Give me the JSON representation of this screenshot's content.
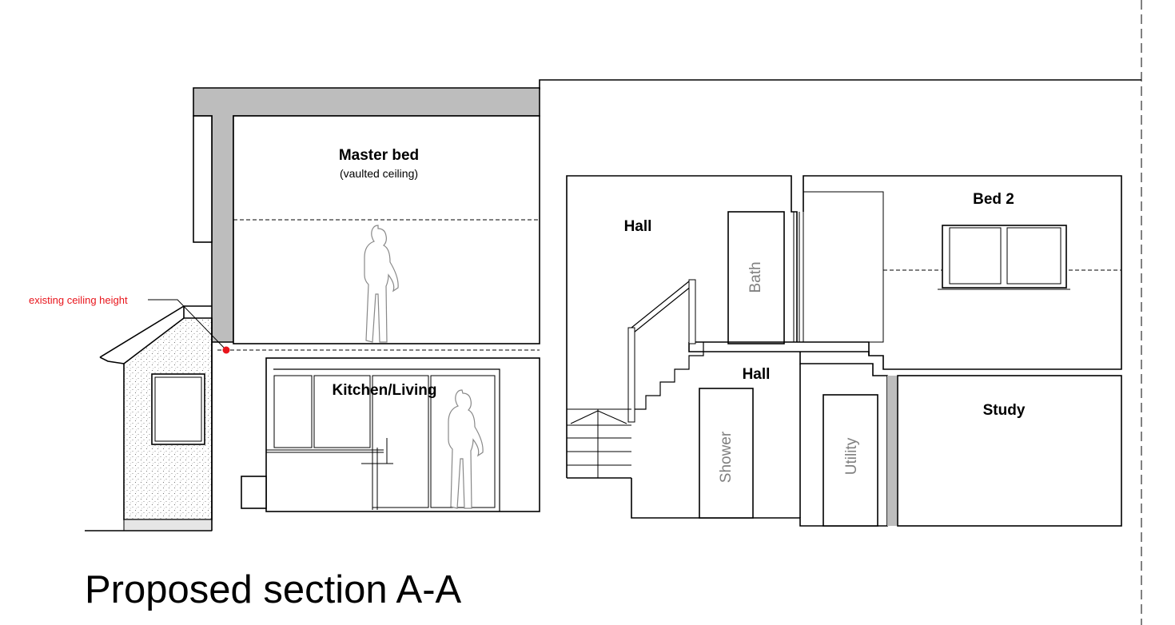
{
  "drawing_title": "Proposed section A-A",
  "annotation": {
    "text": "existing ceiling height",
    "color": "#e8141b"
  },
  "rooms": {
    "master_bed": "Master bed",
    "master_bed_note": "(vaulted ceiling)",
    "kitchen_living": "Kitchen/Living",
    "hall_upper": "Hall",
    "hall_lower": "Hall",
    "bath": "Bath",
    "bed_2": "Bed 2",
    "study": "Study",
    "shower": "Shower",
    "utility": "Utility"
  },
  "colors": {
    "line": "#000000",
    "wall_fill": "#bdbdbd",
    "fixture_text": "#808080",
    "figure_stroke": "#888888"
  }
}
